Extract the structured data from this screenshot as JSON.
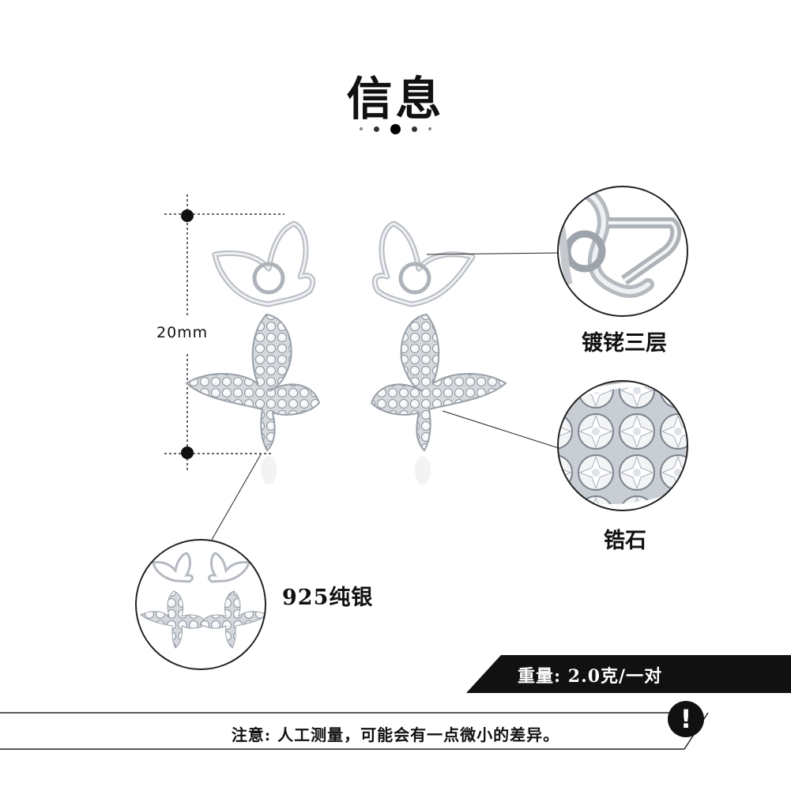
{
  "header": {
    "title": "信息"
  },
  "dimensions": {
    "height_label": "20mm"
  },
  "callouts": {
    "plating": "镀铑三层",
    "zircon": "锆石",
    "material": "925纯银"
  },
  "weight": {
    "text": "重量: 2.0克/一对"
  },
  "note": {
    "text": "注意: 人工测量，可能会有一点微小的差异。",
    "alert_symbol": "!"
  },
  "colors": {
    "band": "#111111",
    "metal": "#c9ccd2",
    "stone": "#e9ecef",
    "line": "#222222"
  }
}
